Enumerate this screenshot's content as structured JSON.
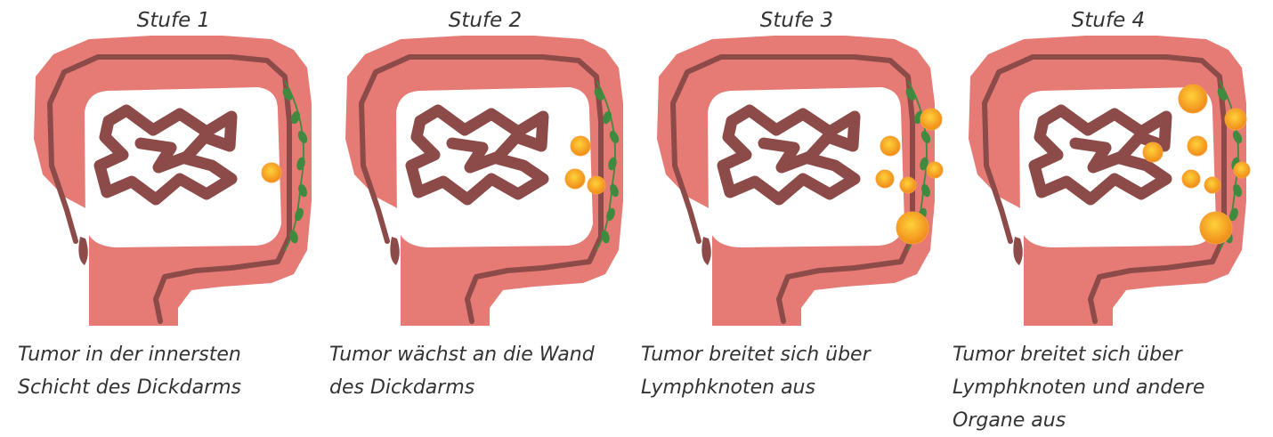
{
  "stages": [
    {
      "title": "Stufe 1",
      "description": [
        "Tumor in der innersten",
        "Schicht des Dickdarms"
      ],
      "tumors": [
        "colon-wall"
      ]
    },
    {
      "title": "Stufe 2",
      "description": [
        "Tumor wächst an die Wand",
        "des Dickdarms"
      ],
      "tumors": [
        "colon-wall",
        "colon-wall",
        "colon-wall"
      ]
    },
    {
      "title": "Stufe 3",
      "description": [
        "Tumor breitet sich über",
        "Lymphknoten aus"
      ],
      "tumors": [
        "colon-wall",
        "colon-wall",
        "colon-wall",
        "lymph-node",
        "lymph-node",
        "colon-wall-large"
      ]
    },
    {
      "title": "Stufe 4",
      "description": [
        "Tumor breitet sich über",
        "Lymphknoten und andere",
        "Organe aus"
      ],
      "tumors": [
        "colon-wall-large",
        "colon-wall",
        "colon-wall",
        "colon-wall",
        "colon-wall",
        "lymph-node",
        "lymph-node",
        "colon-wall-large"
      ]
    }
  ],
  "colors": {
    "colon": "#e57b74",
    "colon_lumen": "#8c4a48",
    "small_intestine": "#8c4a48",
    "lymph_node": "#3f8a3f",
    "tumor_core": "#ffd23a",
    "tumor_edge": "#f08a1a"
  }
}
